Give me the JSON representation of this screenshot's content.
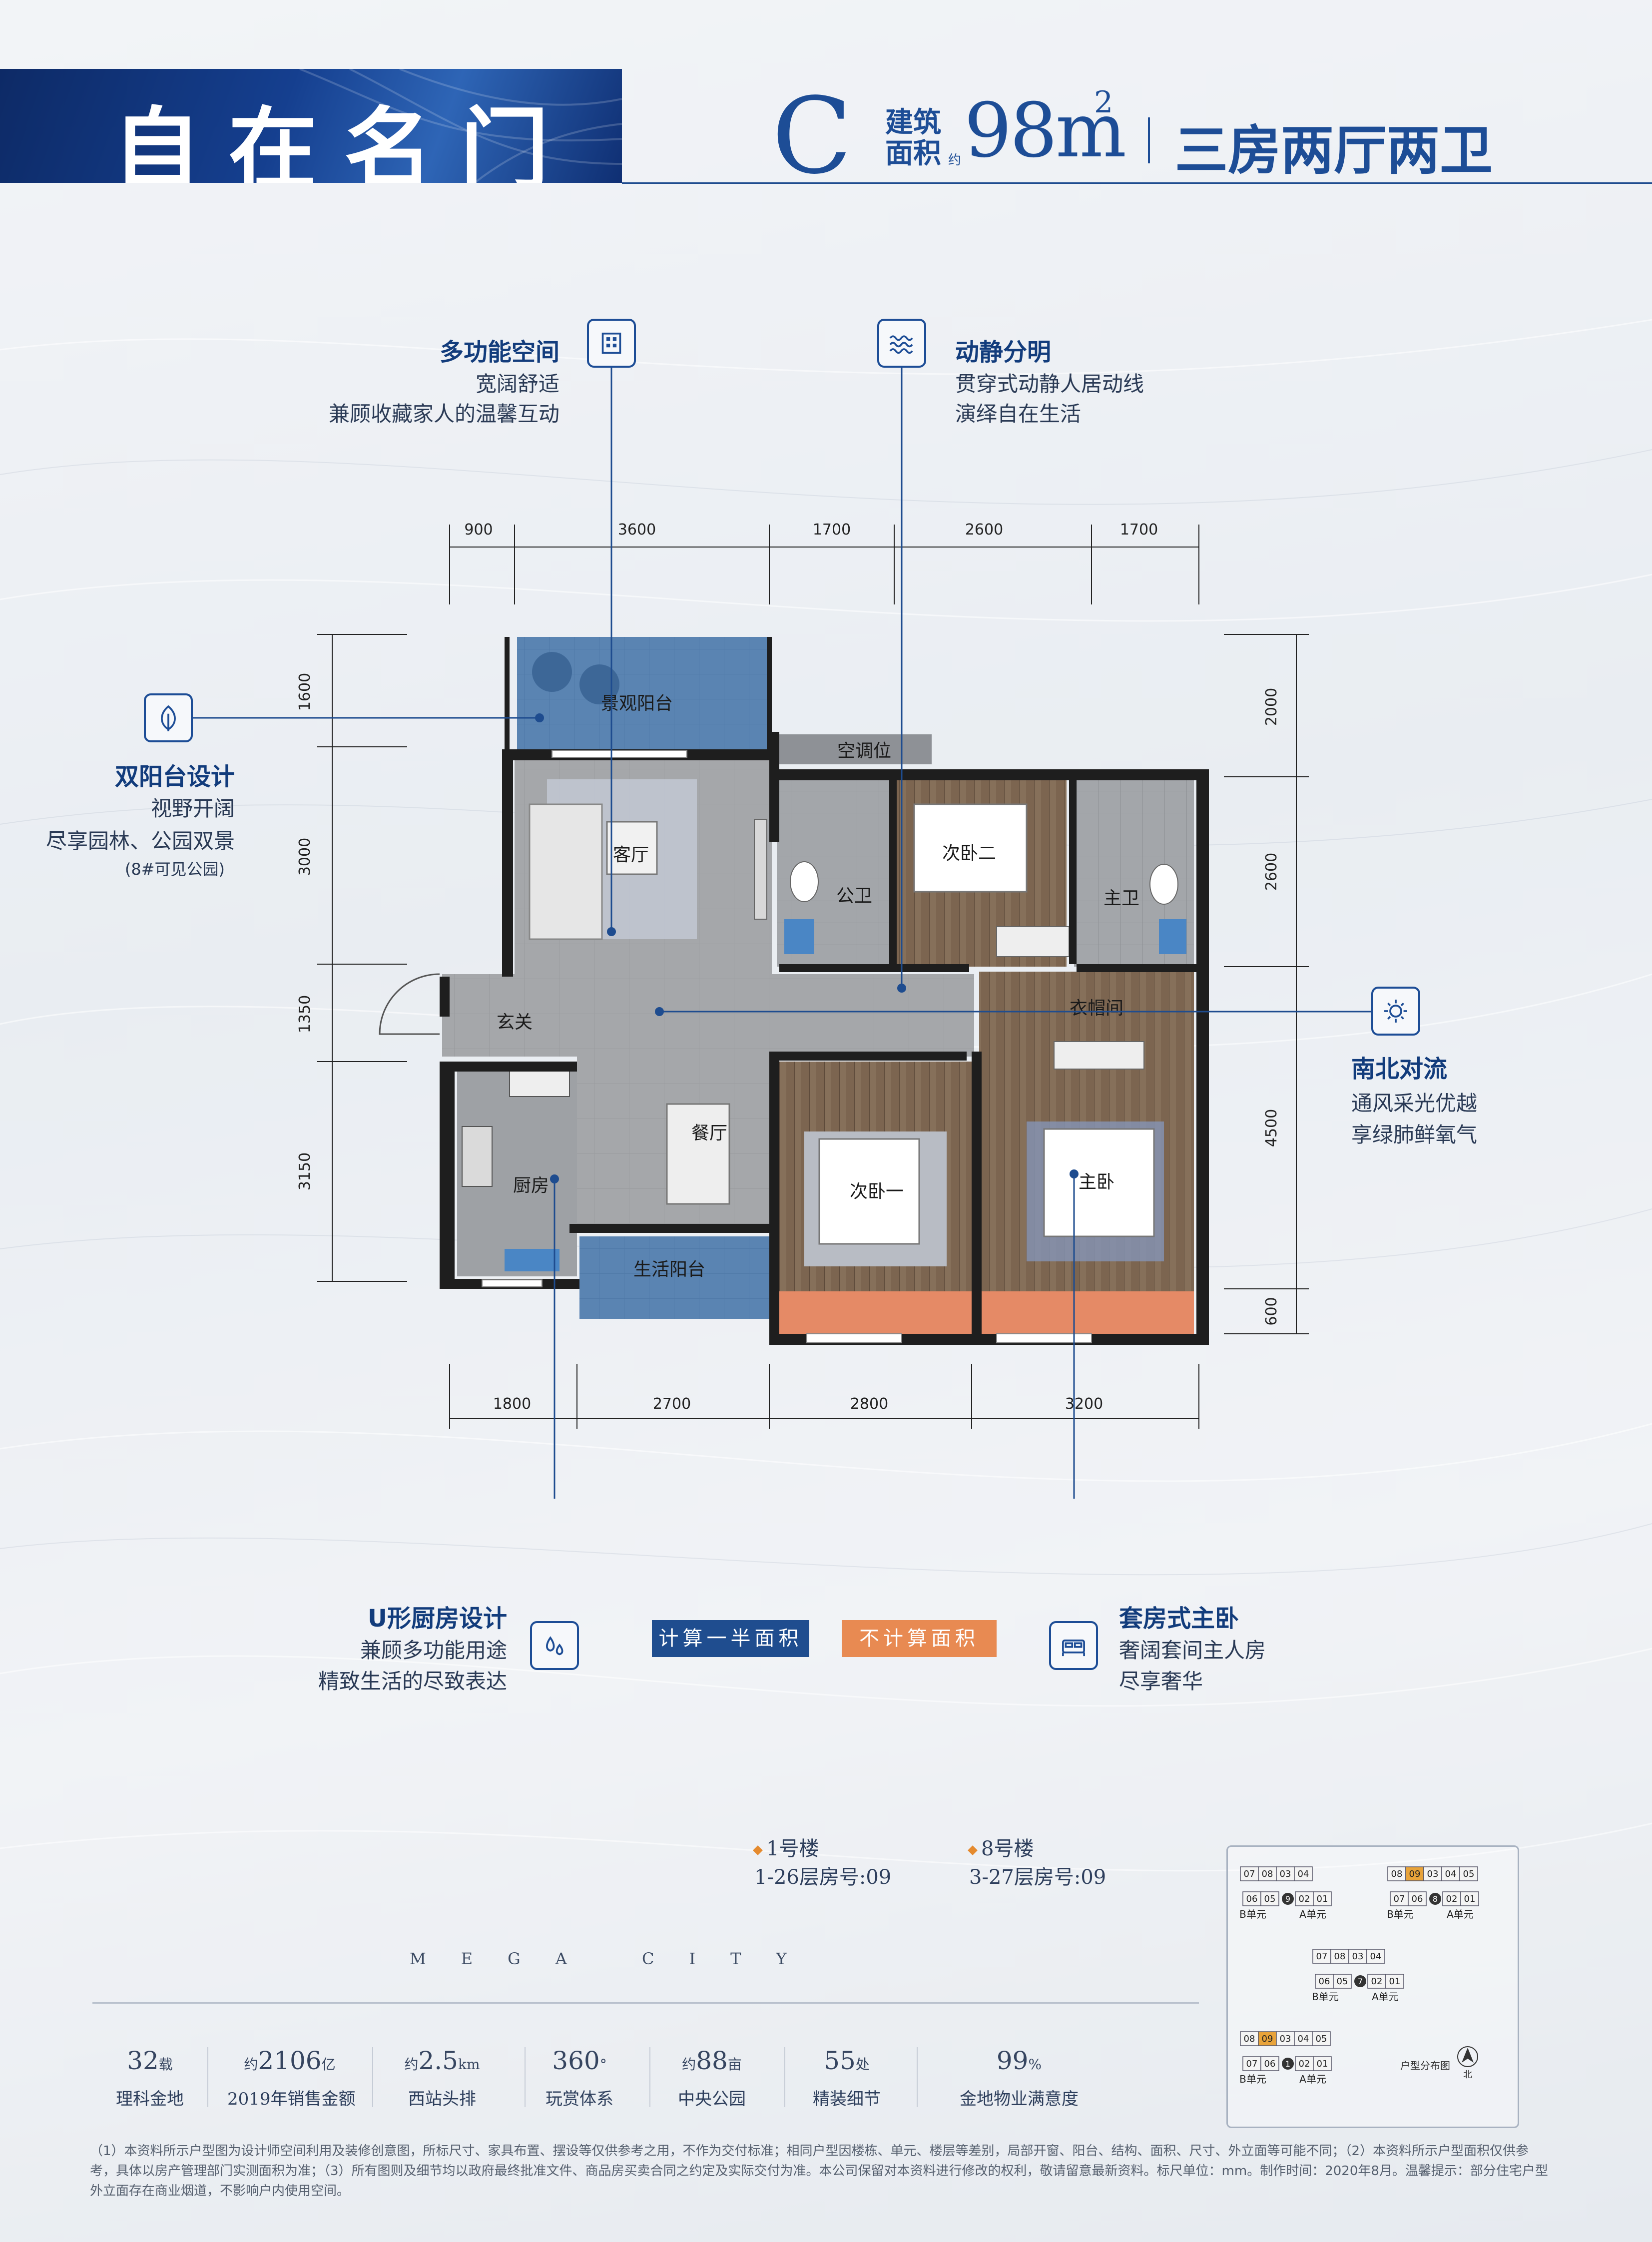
{
  "header": {
    "title": "自在名门",
    "unit_type": "C",
    "area_label_line1": "建筑",
    "area_label_line2": "面积",
    "area_label_note": "约",
    "area_value": "98m",
    "area_unit_sup": "2",
    "layout_name": "三房两厅两卫"
  },
  "callouts": {
    "multi_space": {
      "title": "多功能空间",
      "lines": [
        "宽阔舒适",
        "兼顾收藏家人的温馨互动"
      ],
      "icon": "building-icon"
    },
    "zoning": {
      "title": "动静分明",
      "lines": [
        "贯穿式动静人居动线",
        "演绎自在生活"
      ],
      "icon": "waves-icon"
    },
    "balcony": {
      "title": "双阳台设计",
      "lines": [
        "视野开阔",
        "尽享园林、公园双景"
      ],
      "note": "(8#可见公园)",
      "icon": "leaf-icon"
    },
    "ventilation": {
      "title": "南北对流",
      "lines": [
        "通风采光优越",
        "享绿肺鲜氧气"
      ],
      "icon": "sun-icon"
    },
    "kitchen": {
      "title": "U形厨房设计",
      "lines": [
        "兼顾多功能用途",
        "精致生活的尽致表达"
      ],
      "icon": "droplets-icon"
    },
    "master": {
      "title": "套房式主卧",
      "lines": [
        "奢阔套间主人房",
        "尽享奢华"
      ],
      "icon": "bed-icon"
    }
  },
  "legend": [
    {
      "label": "计算一半面积",
      "color": "#1f4d8f"
    },
    {
      "label": "不计算面积",
      "color": "#e88a52"
    }
  ],
  "floorplan": {
    "rooms": {
      "balcony_view": "景观阳台",
      "ac": "空调位",
      "living": "客厅",
      "bath_public": "公卫",
      "bedroom2": "次卧二",
      "bath_master": "主卫",
      "entry": "玄关",
      "closet": "衣帽间",
      "dining": "餐厅",
      "kitchen": "厨房",
      "bedroom1": "次卧一",
      "master": "主卧",
      "balcony_service": "生活阳台"
    },
    "dims_top": [
      "900",
      "3600",
      "1700",
      "2600",
      "1700"
    ],
    "dims_bottom": [
      "1800",
      "2700",
      "2800",
      "3200"
    ],
    "dims_left": [
      "1600",
      "3000",
      "1350",
      "3150"
    ],
    "dims_right": [
      "2000",
      "2600",
      "4500",
      "600"
    ]
  },
  "buildings": [
    {
      "name": "1号楼",
      "floors": "1-26层房号:09"
    },
    {
      "name": "8号楼",
      "floors": "3-27层房号:09"
    }
  ],
  "brand_line": "MEGA CITY",
  "stats": [
    {
      "prefix": "",
      "value": "32",
      "suffix": "载",
      "label": "理科金地"
    },
    {
      "prefix": "约",
      "value": "2106",
      "suffix": "亿",
      "label": "2019年销售金额"
    },
    {
      "prefix": "约",
      "value": "2.5",
      "suffix": "km",
      "label": "西站头排"
    },
    {
      "prefix": "",
      "value": "360",
      "suffix": "°",
      "label": "玩赏体系"
    },
    {
      "prefix": "约",
      "value": "88",
      "suffix": "亩",
      "label": "中央公园"
    },
    {
      "prefix": "",
      "value": "55",
      "suffix": "处",
      "label": "精装细节"
    },
    {
      "prefix": "",
      "value": "99",
      "suffix": "%",
      "label": "金地物业满意度"
    }
  ],
  "minimap": {
    "label": "户型分布图",
    "north": "北",
    "blocks": [
      {
        "top": [
          "07",
          "08",
          "03",
          "04"
        ],
        "bottom": [
          "06",
          "05",
          "02",
          "01"
        ],
        "building": "9",
        "units": [
          "B单元",
          "A单元"
        ],
        "highlight": ""
      },
      {
        "top": [
          "08",
          "09",
          "03",
          "04",
          "05"
        ],
        "bottom": [
          "07",
          "06",
          "02",
          "01"
        ],
        "building": "8",
        "units": [
          "B单元",
          "A单元"
        ],
        "highlight": "09"
      },
      {
        "top": [
          "07",
          "08",
          "03",
          "04"
        ],
        "bottom": [
          "06",
          "05",
          "02",
          "01"
        ],
        "building": "7",
        "units": [
          "B单元",
          "A单元"
        ],
        "highlight": ""
      },
      {
        "top": [
          "08",
          "09",
          "03",
          "04",
          "05"
        ],
        "bottom": [
          "07",
          "06",
          "02",
          "01"
        ],
        "building": "1",
        "units": [
          "B单元",
          "A单元"
        ],
        "highlight": "09"
      }
    ]
  },
  "disclaimer": "（1）本资料所示户型图为设计师空间利用及装修创意图，所标尺寸、家具布置、摆设等仅供参考之用，不作为交付标准；相同户型因楼栋、单元、楼层等差别，局部开窗、阳台、结构、面积、尺寸、外立面等可能不同；（2）本资料所示户型面积仅供参考，具体以房产管理部门实测面积为准；（3）所有图则及细节均以政府最终批准文件、商品房买卖合同之约定及实际交付为准。本公司保留对本资料进行修改的权利，敬请留意最新资料。标尺单位：mm。制作时间：2020年8月。温馨提示：部分住宅户型外立面存在商业烟道，不影响户内使用空间。"
}
